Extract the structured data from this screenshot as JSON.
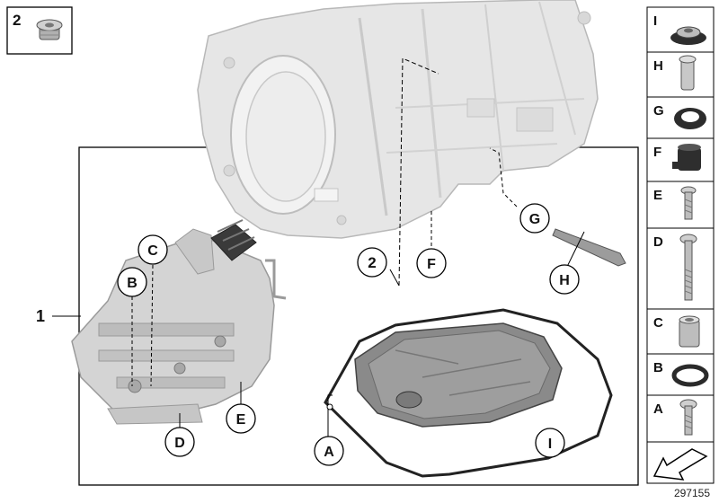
{
  "diagram": {
    "main_label": "1",
    "inset_label": "2",
    "callouts": {
      "A": "A",
      "B": "B",
      "C": "C",
      "D": "D",
      "E": "E",
      "F": "F",
      "G": "G",
      "H": "H",
      "I": "I",
      "two": "2"
    },
    "legend": [
      {
        "key": "I"
      },
      {
        "key": "H"
      },
      {
        "key": "G"
      },
      {
        "key": "F"
      },
      {
        "key": "E"
      },
      {
        "key": "D"
      },
      {
        "key": "C"
      },
      {
        "key": "B"
      },
      {
        "key": "A"
      }
    ],
    "part_number": "297155"
  },
  "colors": {
    "frame": "#000000",
    "housing_fill": "#e6e6e6",
    "housing_stroke": "#b8b8b8",
    "valve_fill": "#d4d4d4",
    "pan_fill": "#8a8a8a",
    "gasket": "#222222",
    "metal_light": "#cfcfcf",
    "metal_dark": "#3a3a3a"
  }
}
